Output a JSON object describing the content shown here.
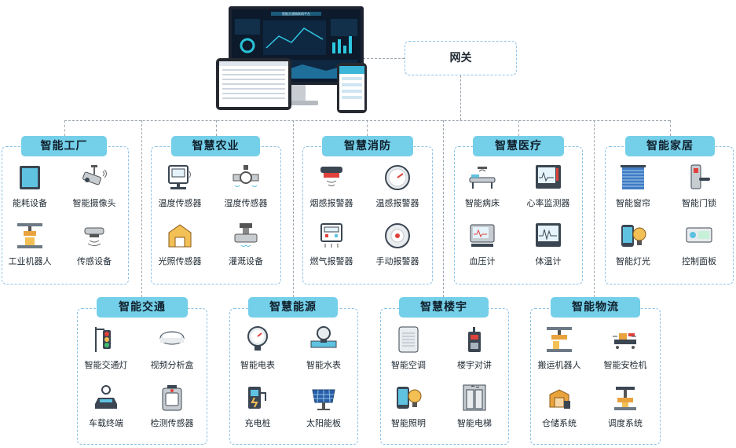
{
  "gateway": {
    "label": "网关"
  },
  "monitor": {
    "title": "智能交通物联网平台"
  },
  "groups": [
    {
      "title": "智能工厂",
      "items": [
        "能耗设备",
        "智能摄像头",
        "工业机器人",
        "传感设备"
      ]
    },
    {
      "title": "智慧农业",
      "items": [
        "温度传感器",
        "湿度传感器",
        "光照传感器",
        "灌溉设备"
      ]
    },
    {
      "title": "智慧消防",
      "items": [
        "烟感报警器",
        "温感报警器",
        "燃气报警器",
        "手动报警器"
      ]
    },
    {
      "title": "智慧医疗",
      "items": [
        "智能病床",
        "心率监测器",
        "血压计",
        "体温计"
      ]
    },
    {
      "title": "智能家居",
      "items": [
        "智能窗帘",
        "智能门锁",
        "智能灯光",
        "控制面板"
      ]
    },
    {
      "title": "智能交通",
      "items": [
        "智能交通灯",
        "视频分析盒",
        "车载终端",
        "检测传感器"
      ]
    },
    {
      "title": "智慧能源",
      "items": [
        "智能电表",
        "智能水表",
        "充电桩",
        "太阳能板"
      ]
    },
    {
      "title": "智慧楼宇",
      "items": [
        "智能空调",
        "楼宇对讲",
        "智能照明",
        "智能电梯"
      ]
    },
    {
      "title": "智能物流",
      "items": [
        "搬运机器人",
        "智能安检机",
        "仓储系统",
        "调度系统"
      ]
    }
  ],
  "colors": {
    "badge": "#74cfe9",
    "border": "#8fc3e6",
    "connector": "#9aa4ad"
  }
}
